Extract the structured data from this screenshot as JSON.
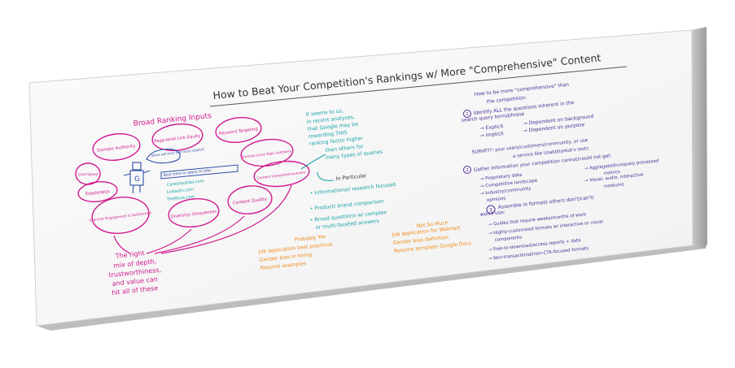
{
  "title": "How to Beat Your Competition's Rankings w/ More \"Comprehensive\" Content",
  "left": {
    "heading": "Broad Ranking Inputs",
    "bubbles": [
      "Domain Authority",
      "Page-level Link Equity",
      "Keyword Targeting",
      "Domain-Level Topic Authority",
      "Content Comprehensiveness",
      "Content Quality",
      "Diversity/ Uniqueness",
      "Searcher Engagement & Satisfaction",
      "Freshness",
      "Load Speed"
    ],
    "robot_label": "G",
    "robot_speech": "What will they find most helpful?",
    "search_box": "Best time to apply to jobs",
    "results": [
      "Careerbuilder.com",
      "LinkedIn.com",
      "TheMuse.com"
    ],
    "conclusion": [
      "The right",
      "mix of depth,",
      "trustworthiness,",
      "and value can",
      "hit all of these"
    ]
  },
  "middle": {
    "note": [
      "It seems to us,",
      "in recent analyses,",
      "that Google may be",
      "rewarding THIS",
      "ranking factor higher",
      "than others for",
      "many types of queries"
    ],
    "particular_heading": "In Particular",
    "bullets": [
      "Informational/ research focused",
      "Product/ brand comparison",
      "Broad questions w/ complex",
      "or multi-faceted answers"
    ],
    "probably_yes_heading": "Probably Yes",
    "probably_yes": [
      "Job application best practices",
      "Gender bias in hiring",
      "Resume examples"
    ],
    "not_so_much_heading": "Not So Much",
    "not_so_much": [
      "Job application for Walmart",
      "Gender bias definition",
      "Resume template Google Docs"
    ]
  },
  "right": {
    "intro": [
      "How to be more \"comprehensive\" than",
      "the competition:"
    ],
    "step1": [
      "Identify ALL the questions inherent in the",
      "search query term/phrase"
    ],
    "step1_sub": [
      "Explicit",
      "Implicit"
    ],
    "step1_dep": [
      "Dependent on background",
      "Dependent on purpose"
    ],
    "survey": [
      "SURVEY!! your users/customers/community, or use",
      "a service like UsabilityHub's tests"
    ],
    "step2": "Gather information your competition cannot/could not get:",
    "step2_left": [
      "Proprietary data",
      "Competitive landscape",
      "Industry/community",
      "opinions"
    ],
    "step2_right": [
      "Aggregated/uniquely processed",
      "metrics",
      "Visual, audio, interactive",
      "mediums"
    ],
    "step3": [
      "Assemble in formats others don't/can't/",
      "won't use:"
    ],
    "step3_items": [
      "Guides that require weeks/months of work",
      "Highly-customized formats w/ interactive or visual",
      "components",
      "Free-to-download/access reports + data",
      "Non-transactional/non-CTA-focused formats"
    ],
    "numbers": [
      "1",
      "2",
      "3"
    ]
  },
  "colors": {
    "magenta": "#d01a8e",
    "teal": "#1aa3a8",
    "orange": "#f08a18",
    "purple": "#4b2d96",
    "blue": "#2d4fa8",
    "dark": "#333333"
  }
}
